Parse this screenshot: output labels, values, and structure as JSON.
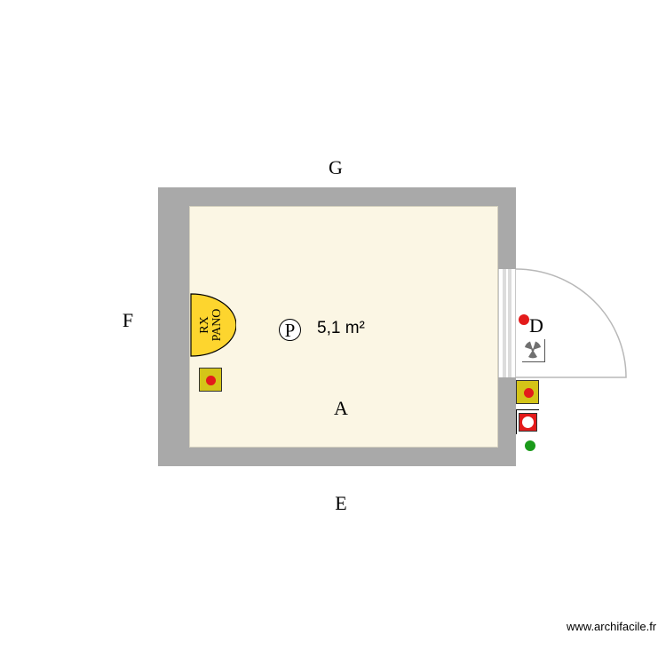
{
  "plan": {
    "room": {
      "area_label": "5,1 m²",
      "room_type_symbol": "P",
      "fill_color": "#fbf6e4",
      "wall_color": "#a9a9a9"
    },
    "wall_labels": {
      "top": "G",
      "left": "F",
      "bottom_inside": "A",
      "bottom_outside": "E",
      "right": "D"
    },
    "equipment": {
      "xray_unit": {
        "line1": "RX",
        "line2": "PANO",
        "color": "#fdd52e"
      },
      "outlet_color": "#d4c418",
      "red_dot_color": "#e31b1b",
      "green_dot_color": "#1a9a1a",
      "emergency_button_color": "#e31b1b"
    },
    "icons": {
      "radiation": "radiation-trefoil-icon"
    }
  },
  "footer": {
    "watermark": "www.archifacile.fr"
  }
}
